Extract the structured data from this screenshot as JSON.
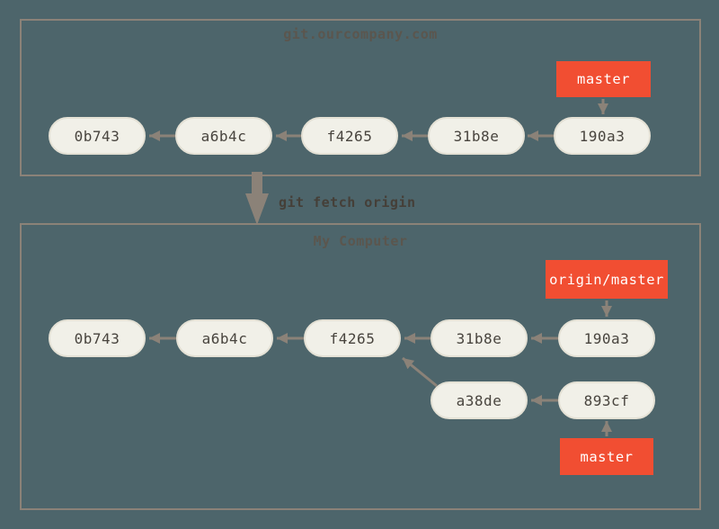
{
  "colors": {
    "background": "#4D656B",
    "box_border": "#8B8278",
    "arrow": "#8B8278",
    "node_fill": "#F1F0E8",
    "node_rim": "#E4E1D5",
    "node_text": "#48443E",
    "branch_fill": "#F14E32",
    "branch_text": "#FFFFFF",
    "title_text": "#5B564E",
    "command_text": "#453F38"
  },
  "remote": {
    "title": "git.ourcompany.com",
    "branch": "master",
    "commits": [
      "0b743",
      "a6b4c",
      "f4265",
      "31b8e",
      "190a3"
    ]
  },
  "command": {
    "label": "git fetch origin"
  },
  "local": {
    "title": "My Computer",
    "remote_tracking_branch": "origin/master",
    "branch": "master",
    "commits": [
      "0b743",
      "a6b4c",
      "f4265",
      "31b8e",
      "190a3"
    ],
    "branch_commits": [
      "a38de",
      "893cf"
    ]
  }
}
